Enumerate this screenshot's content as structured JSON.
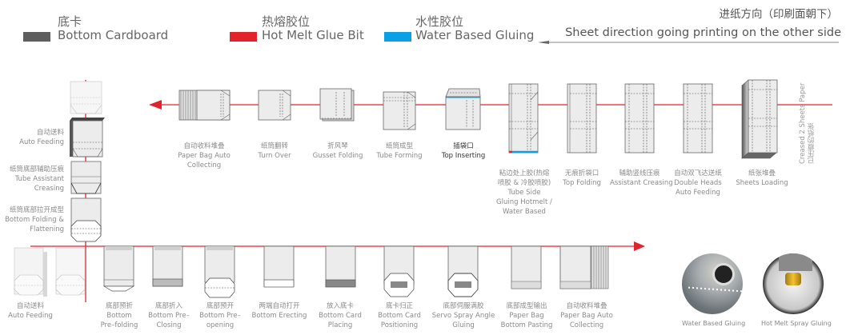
{
  "legend": [
    {
      "zh": "底卡",
      "en": "Bottom Cardboard",
      "color": "#5e5e5e"
    },
    {
      "zh": "热熔胶位",
      "en": "Hot Melt Glue Bit",
      "color": "#e3232c"
    },
    {
      "zh": "水性胶位",
      "en": "Water Based Gluing",
      "color": "#0aa0e3"
    }
  ],
  "direction": {
    "zh": "进纸方向（印刷面朝下）",
    "en": "Sheet direction going printing on the other side"
  },
  "side_label": {
    "zh": "已压痕的纸张",
    "en": "Creased 2 Sheets Paper"
  },
  "top_row": [
    {
      "zh": "自动收料堆叠",
      "en": [
        "Paper Bag Auto",
        "Collecting"
      ]
    },
    {
      "zh": "纸筒翻转",
      "en": [
        "Turn Over"
      ]
    },
    {
      "zh": "折风琴",
      "en": [
        "Gusset Folding"
      ]
    },
    {
      "zh": "纸筒成型",
      "en": [
        "Tube Forming"
      ]
    },
    {
      "zh": "插袋口",
      "en": [
        "Top Inserting"
      ],
      "highlight": true
    },
    {
      "zh": "粘边处上胶(热熔",
      "zh2": "喷胶 & 冷胶喷胶)",
      "en": [
        "Tube Side",
        "Gluing Hotmelt /",
        "Water Based"
      ]
    },
    {
      "zh": "无痕折袋口",
      "en": [
        "Top Folding"
      ]
    },
    {
      "zh": "辅助竖线压痕",
      "en": [
        "Assistant Creasing"
      ]
    },
    {
      "zh": "自动双飞达送纸",
      "en": [
        "Double Heads",
        "Auto Feeding"
      ]
    },
    {
      "zh": "纸张堆叠",
      "en": [
        "Sheets Loading"
      ]
    }
  ],
  "left_column": [
    {
      "zh": "自动送料",
      "en": [
        "Auto Feeding"
      ]
    },
    {
      "zh": "纸筒底部辅助压痕",
      "en": [
        "Tube Assistant",
        "Creasing"
      ]
    },
    {
      "zh": "纸筒底部拉开成型",
      "en": [
        "Bottom Folding &",
        "Flattening"
      ]
    }
  ],
  "bottom_row": [
    {
      "zh": "自动送料",
      "en": [
        "Auto Feeding"
      ]
    },
    {
      "zh": "底部预折",
      "en": [
        "Bottom",
        "Pre–folding"
      ]
    },
    {
      "zh": "底部折入",
      "en": [
        "Bottom Pre–",
        "Closing"
      ]
    },
    {
      "zh": "底部预开",
      "en": [
        "Bottom Pre–",
        "opening"
      ]
    },
    {
      "zh": "两端自动打开",
      "en": [
        "Bottom Erecting"
      ]
    },
    {
      "zh": "放入底卡",
      "en": [
        "Bottom Card",
        "Placing"
      ]
    },
    {
      "zh": "底卡归正",
      "en": [
        "Bottom Card",
        "Positioning"
      ]
    },
    {
      "zh": "底部伺服满胶",
      "en": [
        "Servo Spray Angle",
        "Gluing"
      ]
    },
    {
      "zh": "底部成型输出",
      "en": [
        "Paper Bag",
        "Bottom Pasting"
      ]
    },
    {
      "zh": "自动收料堆叠",
      "en": [
        "Paper Bag Auto",
        "Collecting"
      ]
    }
  ],
  "photos": [
    {
      "caption": "Water Based Gluing"
    },
    {
      "caption": "Hot Melt Spray Gluing"
    }
  ],
  "colors": {
    "flow_line": "#e3232c",
    "outline": "#6e6e6e",
    "paper": "#ececec"
  }
}
